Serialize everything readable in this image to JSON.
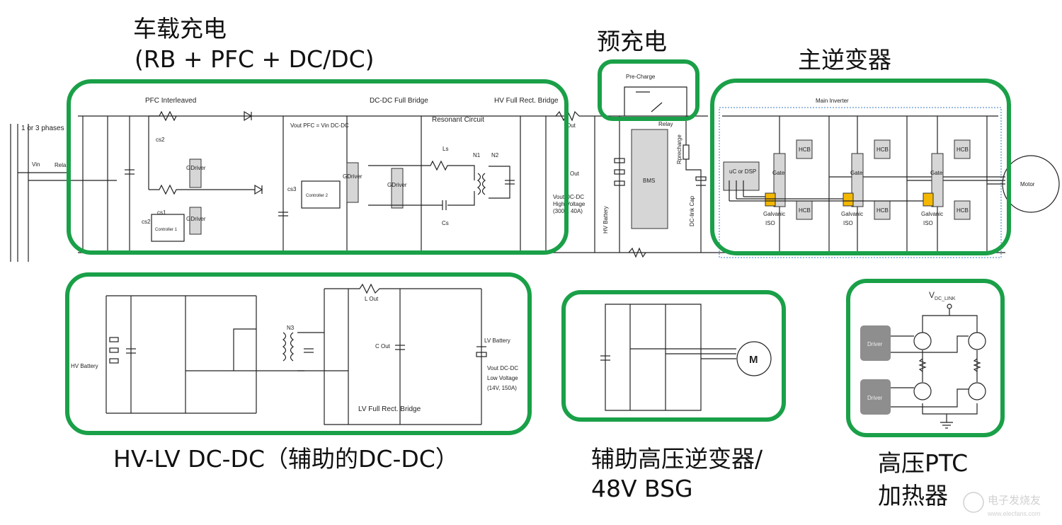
{
  "colors": {
    "highlight_box": "#1aa048",
    "galvanic_iso": "#f5b800",
    "block_fill": "#d6d6d6",
    "driver_fill": "#8e8e8e"
  },
  "titles": {
    "obc_line1": "车载充电",
    "obc_line2": "(RB + PFC + DC/DC)",
    "precharge": "预充电",
    "main_inverter": "主逆变器",
    "hvlv": "HV-LV DC-DC（辅助的DC-DC）",
    "bsg_line1": "辅助高压逆变器/",
    "bsg_line2": "48V BSG",
    "ptc_line1": "高压PTC",
    "ptc_line2": "加热器"
  },
  "obc": {
    "input_phases": "1 or 3 phases",
    "vin": "Vin",
    "relay": "Rela",
    "pfc": "PFC Interleaved",
    "cs2a": "cs2",
    "cs1": "cs1",
    "cs2b": "cs2",
    "cs3": "cs3",
    "controller1": "Controller 1",
    "controller2": "Controller 2",
    "gdriver": "GDriver",
    "vout_pfc": "Vout PFC = Vin DC-DC",
    "dcdc": "DC-DC Full Bridge",
    "resonant": "Resonant Circuit",
    "ls": "Ls",
    "cs": "Cs",
    "n1": "N1",
    "n2": "N2",
    "hv_rect": "HV Full Rect. Bridge",
    "lout": "Out",
    "cout": "Out",
    "vout_line1": "Vout DC-DC",
    "vout_line2": "High Voltage",
    "vout_line3": "(300V, 40A)"
  },
  "precharge": {
    "label": "Pre-Charge",
    "relay": "Relay",
    "bms": "BMS",
    "hv_battery": "HV Battery",
    "r_precharge": "Rprecharge",
    "dc_link_cap": "DC-link Cap"
  },
  "inverter": {
    "label": "Main Inverter",
    "controller": "uC or DSP",
    "gate": "Gate",
    "hcb": "HCB",
    "iso_line1": "Galvanic",
    "iso_line2": "ISO",
    "motor": "Motor"
  },
  "hvlv": {
    "hv_battery": "HV Battery",
    "n3": "N3",
    "lout": "L Out",
    "cout": "C Out",
    "lv_battery": "LV Battery",
    "rect": "LV Full Rect. Bridge",
    "vout_line1": "Vout DC-DC",
    "vout_line2": "Low Voltage",
    "vout_line3": "(14V, 150A)"
  },
  "bsg": {
    "motor": "M"
  },
  "ptc": {
    "vdc": "V",
    "vdc_sub": "DC_LINK",
    "driver": "Driver"
  },
  "watermark": {
    "name": "电子发烧友",
    "url": "www.elecfans.com"
  }
}
